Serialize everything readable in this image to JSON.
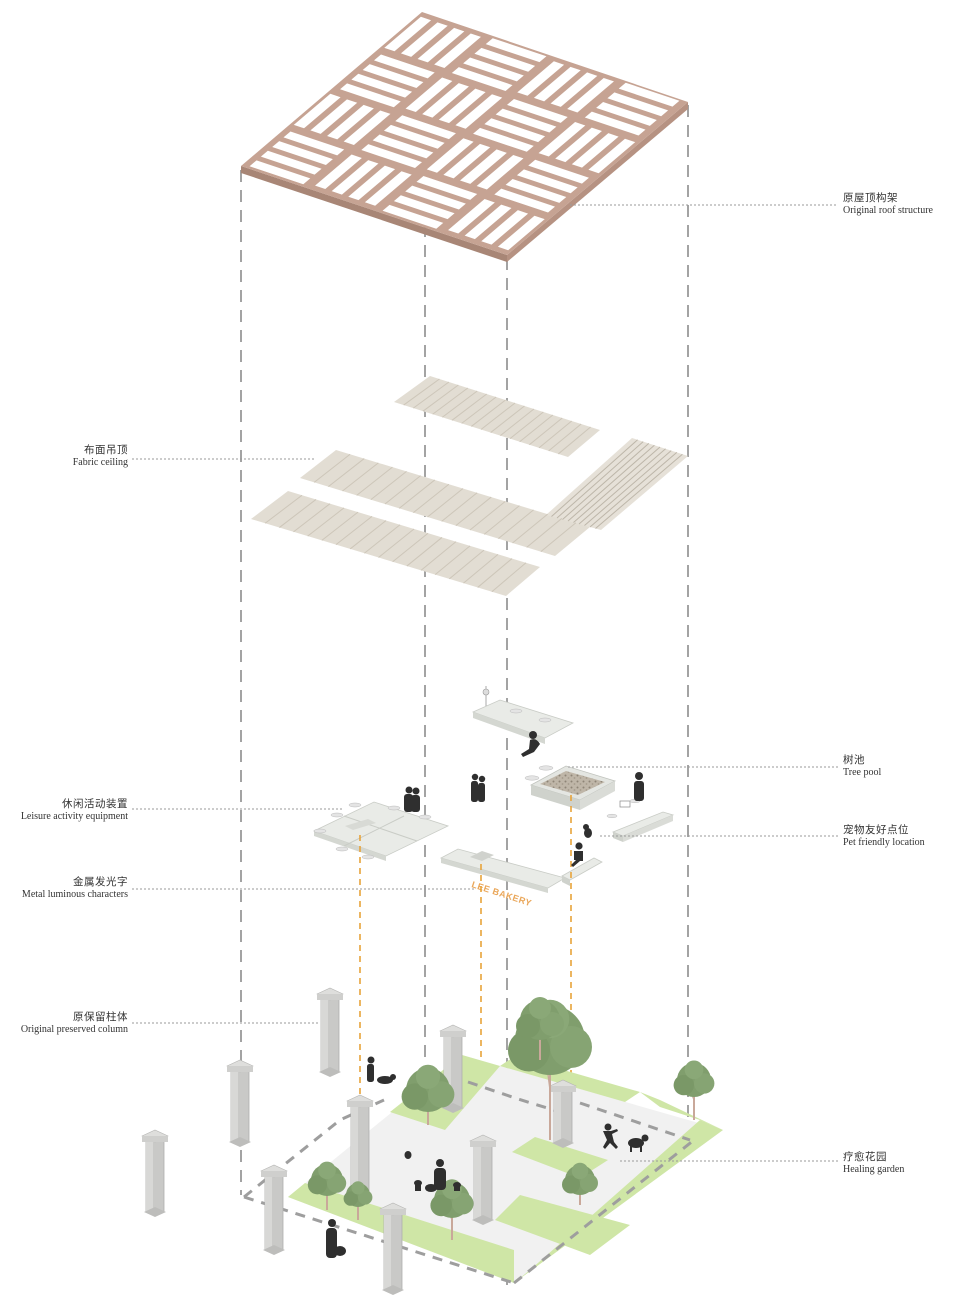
{
  "diagram": {
    "type": "exploded-axonometric",
    "layers": [
      "roof-structure",
      "fabric-ceiling",
      "furniture-and-installations",
      "ground-garden"
    ],
    "sign_text": "LEE BAKERY",
    "colors": {
      "roof": "#c4a08f",
      "roof_dark": "#a88676",
      "fabric": "#e0dbd1",
      "furniture": "#e9ebe7",
      "grass": "#cfe6a6",
      "paving": "#f0f0f0",
      "column": "#c8c8c6",
      "tree": "#7f9d6c",
      "trunk": "#c9a89a",
      "silhouette": "#2e2e2e",
      "guide_dash": "#9b9b9b",
      "accent_dash": "#e8a33a"
    }
  },
  "labels": {
    "roof": {
      "cn": "原屋顶构架",
      "en": "Original roof structure"
    },
    "fabric": {
      "cn": "布面吊顶",
      "en": "Fabric ceiling"
    },
    "leisure": {
      "cn": "休闲活动装置",
      "en": "Leisure activity equipment"
    },
    "metal": {
      "cn": "金属发光字",
      "en": "Metal luminous characters"
    },
    "column": {
      "cn": "原保留柱体",
      "en": "Original preserved column"
    },
    "treepool": {
      "cn": "树池",
      "en": "Tree pool"
    },
    "pet": {
      "cn": "宠物友好点位",
      "en": "Pet friendly location"
    },
    "garden": {
      "cn": "疗愈花园",
      "en": "Healing garden"
    }
  }
}
